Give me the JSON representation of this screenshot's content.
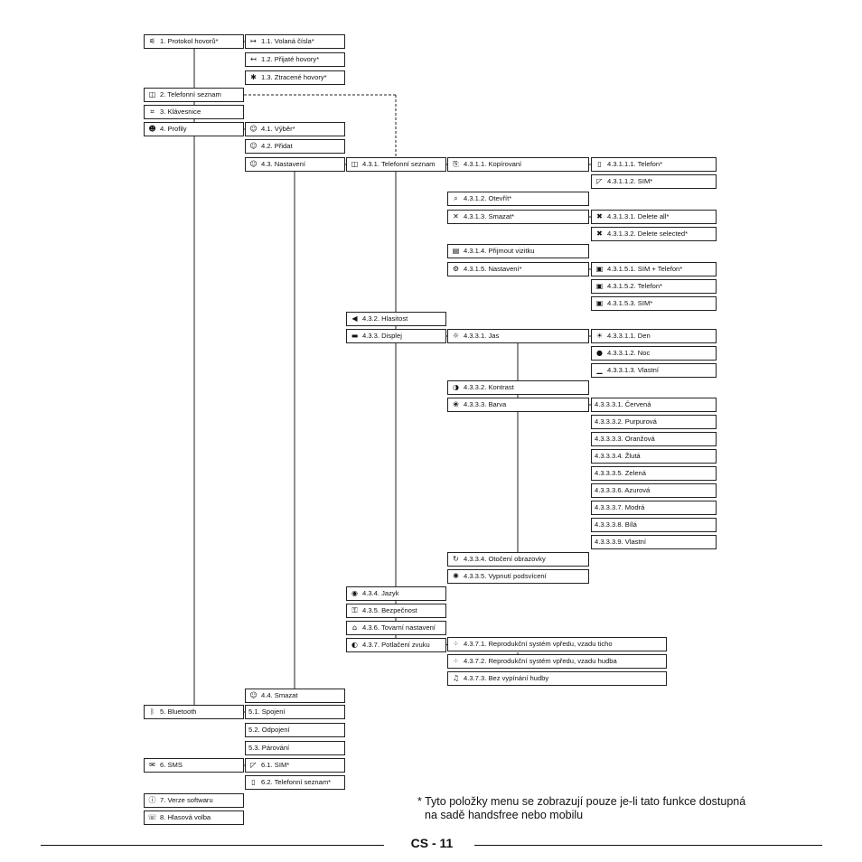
{
  "menu": [
    {
      "id": "n1",
      "text": "1. Protokol hovorů*",
      "icon": "phone-log-icon",
      "glyph": "⚟"
    },
    {
      "id": "n1_1",
      "text": "1.1. Volaná čísla*",
      "icon": "outgoing-call-icon",
      "glyph": "↦"
    },
    {
      "id": "n1_2",
      "text": "1.2. Přijaté hovory*",
      "icon": "incoming-call-icon",
      "glyph": "↤"
    },
    {
      "id": "n1_3",
      "text": "1.3. Ztracené hovory*",
      "icon": "missed-call-icon",
      "glyph": "✱"
    },
    {
      "id": "n2",
      "text": "2. Telefonní seznam",
      "icon": "phonebook-icon",
      "glyph": "◫"
    },
    {
      "id": "n3",
      "text": "3. Klávesnice",
      "icon": "keypad-icon",
      "glyph": "⌗"
    },
    {
      "id": "n4",
      "text": "4. Profily",
      "icon": "profiles-icon",
      "glyph": "☻"
    },
    {
      "id": "n4_1",
      "text": "4.1. Výběr*",
      "icon": "profile-select-icon",
      "glyph": "☺"
    },
    {
      "id": "n4_2",
      "text": "4.2. Přidat",
      "icon": "profile-add-icon",
      "glyph": "☺"
    },
    {
      "id": "n4_3",
      "text": "4.3. Nastavení",
      "icon": "profile-settings-icon",
      "glyph": "☺"
    },
    {
      "id": "n4_3_1",
      "text": "4.3.1. Telefonní seznam",
      "icon": "phonebook-icon",
      "glyph": "◫"
    },
    {
      "id": "n4_3_1_1",
      "text": "4.3.1.1. Kopírovaní",
      "icon": "copy-icon",
      "glyph": "⎘"
    },
    {
      "id": "n4_3_1_1_1",
      "text": "4.3.1.1.1. Telefon*",
      "icon": "mobile-phone-icon",
      "glyph": "▯"
    },
    {
      "id": "n4_3_1_1_2",
      "text": "4.3.1.1.2. SIM*",
      "icon": "sim-card-icon",
      "glyph": "◸"
    },
    {
      "id": "n4_3_1_2",
      "text": "4.3.1.2. Otevřít*",
      "icon": "open-icon",
      "glyph": "⌕"
    },
    {
      "id": "n4_3_1_3",
      "text": "4.3.1.3. Smazat*",
      "icon": "delete-icon",
      "glyph": "✕"
    },
    {
      "id": "n4_3_1_3_1",
      "text": "4.3.1.3.1. Delete all*",
      "icon": "delete-all-icon",
      "glyph": "✖"
    },
    {
      "id": "n4_3_1_3_2",
      "text": "4.3.1.3.2. Delete selected*",
      "icon": "delete-selected-icon",
      "glyph": "✖"
    },
    {
      "id": "n4_3_1_4",
      "text": "4.3.1.4. Přijmout vizitku",
      "icon": "business-card-icon",
      "glyph": "▤"
    },
    {
      "id": "n4_3_1_5",
      "text": "4.3.1.5. Nastavení*",
      "icon": "settings-icon",
      "glyph": "⚙"
    },
    {
      "id": "n4_3_1_5_1",
      "text": "4.3.1.5.1. SIM + Telefon*",
      "icon": "sim-phone-icon",
      "glyph": "▣"
    },
    {
      "id": "n4_3_1_5_2",
      "text": "4.3.1.5.2. Telefon*",
      "icon": "phone-storage-icon",
      "glyph": "▣"
    },
    {
      "id": "n4_3_1_5_3",
      "text": "4.3.1.5.3. SIM*",
      "icon": "sim-storage-icon",
      "glyph": "▣"
    },
    {
      "id": "n4_3_2",
      "text": "4.3.2. Hlasitost",
      "icon": "volume-icon",
      "glyph": "◀"
    },
    {
      "id": "n4_3_3",
      "text": "4.3.3. Displej",
      "icon": "display-icon",
      "glyph": "▬"
    },
    {
      "id": "n4_3_3_1",
      "text": "4.3.3.1. Jas",
      "icon": "brightness-icon",
      "glyph": "☼"
    },
    {
      "id": "n4_3_3_1_1",
      "text": "4.3.3.1.1. Den",
      "icon": "day-icon",
      "glyph": "☀"
    },
    {
      "id": "n4_3_3_1_2",
      "text": "4.3.3.1.2. Noc",
      "icon": "night-icon",
      "glyph": "●"
    },
    {
      "id": "n4_3_3_1_3",
      "text": "4.3.3.1.3. Vlastní",
      "icon": "custom-level-icon",
      "glyph": "▁"
    },
    {
      "id": "n4_3_3_2",
      "text": "4.3.3.2. Kontrast",
      "icon": "contrast-icon",
      "glyph": "◑"
    },
    {
      "id": "n4_3_3_3",
      "text": "4.3.3.3. Barva",
      "icon": "color-icon",
      "glyph": "❀"
    },
    {
      "id": "n4_3_3_3_1",
      "text": "4.3.3.3.1. Červená",
      "icon": "",
      "glyph": ""
    },
    {
      "id": "n4_3_3_3_2",
      "text": "4.3.3.3.2. Purpurová",
      "icon": "",
      "glyph": ""
    },
    {
      "id": "n4_3_3_3_3",
      "text": "4.3.3.3.3. Oranžová",
      "icon": "",
      "glyph": ""
    },
    {
      "id": "n4_3_3_3_4",
      "text": "4.3.3.3.4. Žlutá",
      "icon": "",
      "glyph": ""
    },
    {
      "id": "n4_3_3_3_5",
      "text": "4.3.3.3.5. Zelená",
      "icon": "",
      "glyph": ""
    },
    {
      "id": "n4_3_3_3_6",
      "text": "4.3.3.3.6. Azurová",
      "icon": "",
      "glyph": ""
    },
    {
      "id": "n4_3_3_3_7",
      "text": "4.3.3.3.7. Modrá",
      "icon": "",
      "glyph": ""
    },
    {
      "id": "n4_3_3_3_8",
      "text": "4.3.3.3.8. Bílá",
      "icon": "",
      "glyph": ""
    },
    {
      "id": "n4_3_3_3_9",
      "text": "4.3.3.3.9. Vlastní",
      "icon": "",
      "glyph": ""
    },
    {
      "id": "n4_3_3_4",
      "text": "4.3.3.4. Otočení obrazovky",
      "icon": "rotate-screen-icon",
      "glyph": "↻"
    },
    {
      "id": "n4_3_3_5",
      "text": "4.3.3.5. Vypnutí podsvícení",
      "icon": "backlight-off-icon",
      "glyph": "✺"
    },
    {
      "id": "n4_3_4",
      "text": "4.3.4. Jazyk",
      "icon": "language-icon",
      "glyph": "◉"
    },
    {
      "id": "n4_3_5",
      "text": "4.3.5. Bezpečnost",
      "icon": "lock-icon",
      "glyph": "⚿"
    },
    {
      "id": "n4_3_6",
      "text": "4.3.6. Tovarní nastavení",
      "icon": "factory-reset-icon",
      "glyph": "⌂"
    },
    {
      "id": "n4_3_7",
      "text": "4.3.7. Potlačení zvuku",
      "icon": "mute-icon",
      "glyph": "◐"
    },
    {
      "id": "n4_3_7_1",
      "text": "4.3.7.1. Reprodukční systém vpředu, vzadu ticho",
      "icon": "speakers-front-icon",
      "glyph": "⁘"
    },
    {
      "id": "n4_3_7_2",
      "text": "4.3.7.2. Reprodukční systém vpředu, vzadu hudba",
      "icon": "speakers-music-icon",
      "glyph": "⁘"
    },
    {
      "id": "n4_3_7_3",
      "text": "4.3.7.3. Bez vypínání hudby",
      "icon": "music-on-icon",
      "glyph": "♫"
    },
    {
      "id": "n4_4",
      "text": "4.4. Smazat",
      "icon": "profile-delete-icon",
      "glyph": "☺"
    },
    {
      "id": "n5",
      "text": "5. Bluetooth",
      "icon": "bluetooth-icon",
      "glyph": "ᛒ"
    },
    {
      "id": "n5_1",
      "text": "5.1. Spojení",
      "icon": "",
      "glyph": ""
    },
    {
      "id": "n5_2",
      "text": "5.2. Odpojení",
      "icon": "",
      "glyph": ""
    },
    {
      "id": "n5_3",
      "text": "5.3. Párování",
      "icon": "",
      "glyph": ""
    },
    {
      "id": "n6",
      "text": "6. SMS",
      "icon": "sms-icon",
      "glyph": "✉"
    },
    {
      "id": "n6_1",
      "text": "6.1. SIM*",
      "icon": "sim-card-icon",
      "glyph": "◸"
    },
    {
      "id": "n6_2",
      "text": "6.2. Telefonní seznam*",
      "icon": "mobile-phone-icon",
      "glyph": "▯"
    },
    {
      "id": "n7",
      "text": "7. Verze softwaru",
      "icon": "info-icon",
      "glyph": "ⓘ"
    },
    {
      "id": "n8",
      "text": "8. Hlasová volba",
      "icon": "voice-dial-icon",
      "glyph": "☏"
    }
  ],
  "footnote": {
    "line1": "* Tyto položky menu se zobrazují pouze je-li tato funkce dostupná",
    "line2": "na sadě handsfree nebo mobilu"
  },
  "footer": {
    "page_number": "CS - 11"
  }
}
